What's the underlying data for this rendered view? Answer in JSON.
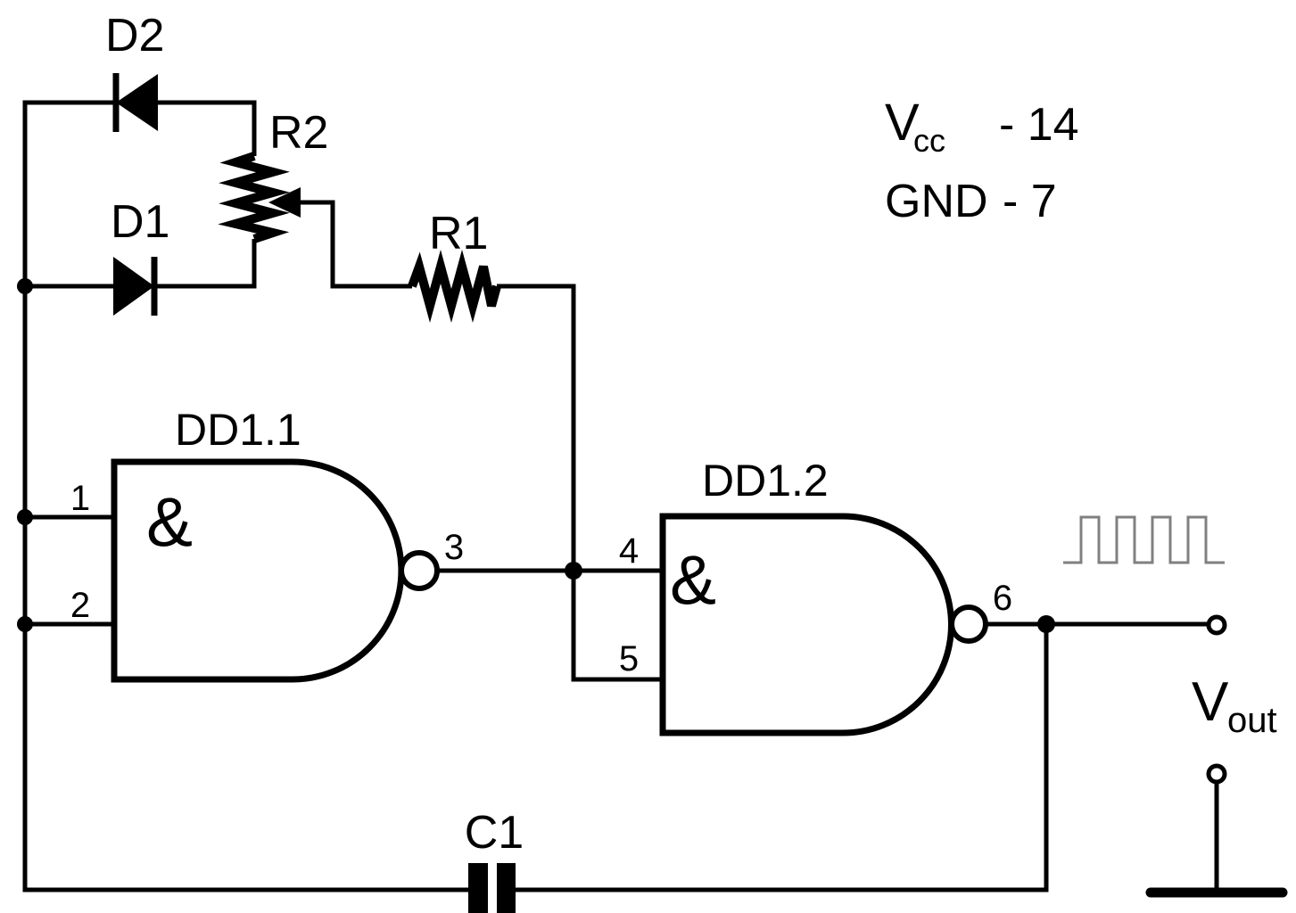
{
  "diagram": {
    "title": "NAND-gate astable multivibrator schematic",
    "background": "#ffffff",
    "colors": {
      "line": "#000000",
      "waveform_gray": "#808080"
    },
    "components": {
      "d2": {
        "label": "D2",
        "type": "diode"
      },
      "d1": {
        "label": "D1",
        "type": "diode"
      },
      "r2": {
        "label": "R2",
        "type": "potentiometer"
      },
      "r1": {
        "label": "R1",
        "type": "resistor"
      },
      "c1": {
        "label": "C1",
        "type": "capacitor"
      },
      "gate1": {
        "label": "DD1.1",
        "symbol": "&",
        "pin_in1": "1",
        "pin_in2": "2",
        "pin_out": "3"
      },
      "gate2": {
        "label": "DD1.2",
        "symbol": "&",
        "pin_in1": "4",
        "pin_in2": "5",
        "pin_out": "6"
      }
    },
    "power": {
      "vcc_label": "V",
      "vcc_sub": "cc",
      "vcc_value": "- 14",
      "gnd_label": "GND",
      "gnd_value": "- 7"
    },
    "output": {
      "label": "V",
      "sub": "out"
    }
  }
}
